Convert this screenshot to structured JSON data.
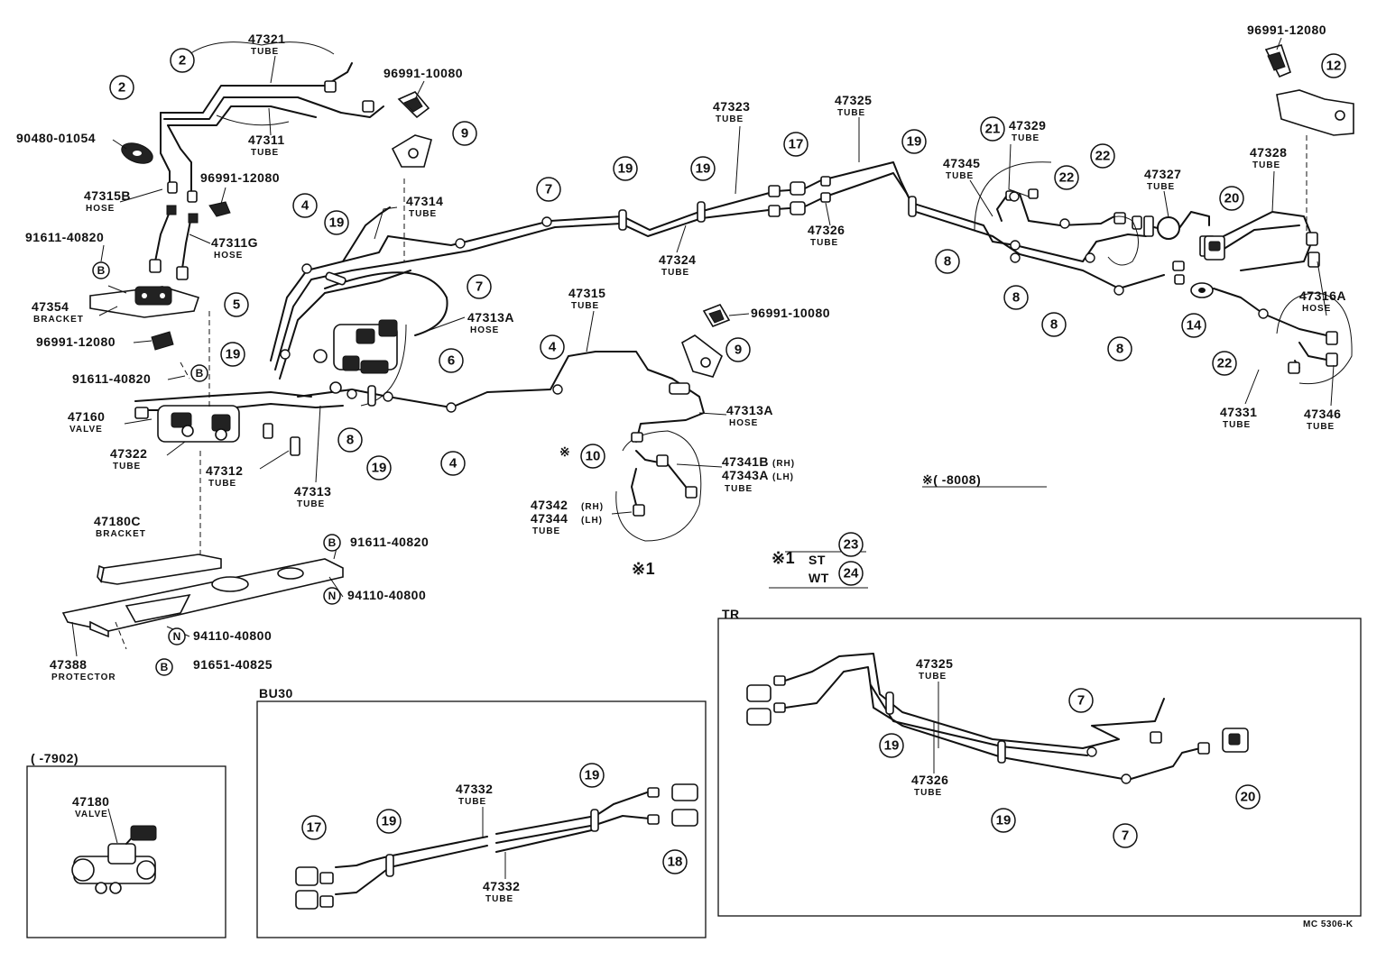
{
  "parts": {
    "p47321": "47321",
    "p47311": "47311",
    "p96991_10080a": "96991-10080",
    "p90480": "90480-01054",
    "p96991_12080a": "96991-12080",
    "p47315B": "47315B",
    "p47311G": "47311G",
    "p91611a": "91611-40820",
    "p47354": "47354",
    "p96991_12080b": "96991-12080",
    "p91611b": "91611-40820",
    "p47160": "47160",
    "p47322": "47322",
    "p47312": "47312",
    "p47313": "47313",
    "p47314": "47314",
    "p47313A_a": "47313A",
    "p47323": "47323",
    "p47324": "47324",
    "p47325": "47325",
    "p47326": "47326",
    "p47315": "47315",
    "p96991_10080b": "96991-10080",
    "p47313A_b": "47313A",
    "p47341B": "47341B",
    "p47343A": "47343A",
    "p47342": "47342",
    "p47344": "47344",
    "p47329": "47329",
    "p47345": "47345",
    "p47327": "47327",
    "p47328": "47328",
    "p96991_12080c": "96991-12080",
    "p47316A": "47316A",
    "p47331": "47331",
    "p47346": "47346",
    "p47180C": "47180C",
    "p91611c": "91611-40820",
    "p94110a": "94110-40800",
    "p94110b": "94110-40800",
    "p47388": "47388",
    "p91651": "91651-40825",
    "p47180": "47180",
    "p47332a": "47332",
    "p47332b": "47332",
    "p47325tr": "47325",
    "p47326tr": "47326"
  },
  "subs": {
    "tube": "TUBE",
    "hose": "HOSE",
    "bracket": "BRACKET",
    "valve": "VALVE",
    "protector": "PROTECTOR",
    "rh": "(RH)",
    "lh": "(LH)"
  },
  "callouts": {
    "c2": "2",
    "c4": "4",
    "c5": "5",
    "c6": "6",
    "c7": "7",
    "c8": "8",
    "c9": "9",
    "c10": "10",
    "c12": "12",
    "c14": "14",
    "c17": "17",
    "c18": "18",
    "c19": "19",
    "c20": "20",
    "c21": "21",
    "c22": "22",
    "c23": "23",
    "c24": "24",
    "cB": "B",
    "cN": "N"
  },
  "notes": {
    "ref_mark": "※",
    "date_note": "※(        -8008)",
    "mark1": "※1",
    "st": "ST",
    "wt": "WT",
    "inset_7902": "(        -7902)",
    "inset_bu30": "BU30",
    "inset_tr": "TR",
    "code": "MC 5306-K"
  },
  "colors": {
    "line": "#111111",
    "background": "#ffffff"
  }
}
